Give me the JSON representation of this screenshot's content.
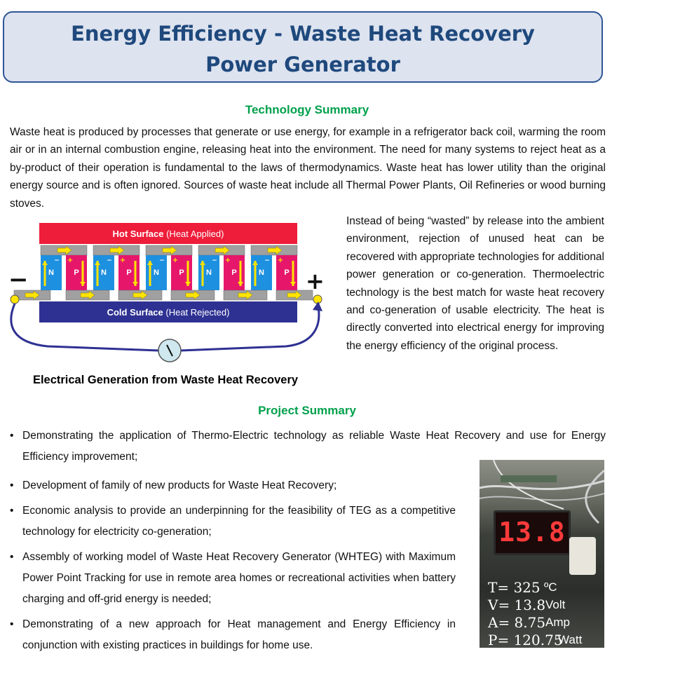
{
  "title": {
    "line1": "Energy Efficiency - Waste Heat Recovery",
    "line2": "Power Generator"
  },
  "technology_summary": {
    "heading": "Technology  Summary",
    "paragraph1": "Waste heat is produced by processes that generate or use energy, for example in a refrigerator back coil, warming the room air or in an internal combustion engine, releasing heat into the environment. The need for many systems to reject heat as a by-product of their operation is fundamental to the laws of thermodynamics. Waste heat has lower utility than the original energy source and is often ignored. Sources of waste heat include all Thermal Power Plants, Oil Refineries or wood burning stoves.",
    "paragraph2": "Instead of being “wasted” by release into the ambient environment, rejection of unused heat can be recovered with appropriate technologies for additional power generation or co-generation. Thermoelectric technology is the best match for waste heat recovery and co-generation of usable electricity. The heat is directly converted into electrical energy for improving the energy efficiency of the original process."
  },
  "diagram": {
    "hot_bold": "Hot Surface",
    "hot_rest": " (Heat Applied)",
    "cold_bold": "Cold Surface",
    "cold_rest": " (Heat Rejected)",
    "n_label": "N",
    "p_label": "P",
    "minus": "−",
    "plus": "+",
    "carrier_neg": "−",
    "carrier_pos": "+",
    "colors": {
      "hot": "#ee1d3a",
      "cold": "#2e3192",
      "n_leg": "#1e90e0",
      "p_leg": "#e6176b",
      "plate": "#a0a0a0",
      "arrow": "#ffe400",
      "wire": "#2e3192"
    },
    "caption": "Electrical Generation from Waste Heat Recovery"
  },
  "project_summary": {
    "heading": "Project Summary",
    "bullet": "•",
    "items": [
      "Demonstrating the application of Thermo-Electric technology as reliable Waste Heat Recovery and use for Energy Efficiency improvement;",
      "Development of family of new products for Waste Heat Recovery;",
      "Economic analysis to provide an underpinning for the feasibility of TEG as a competitive technology for electricity co-generation;",
      "Assembly of working model of Waste Heat Recovery Generator (WHTEG) with Maximum Power Point Tracking for use in remote area homes or recreational activities when battery charging and off-grid energy is needed;",
      "Demonstrating of a new approach for Heat management and Energy Efficiency in conjunction with existing practices in buildings for home use."
    ]
  },
  "photo": {
    "display_reading": "13.8",
    "t_line": "T= 325",
    "t_unit": "ºC",
    "v_line": "V= 13.8",
    "v_unit": "Volt",
    "a_line": "A= 8.75",
    "a_unit": "Amp",
    "p_line": "P= 120.75",
    "p_unit": "Watt"
  }
}
